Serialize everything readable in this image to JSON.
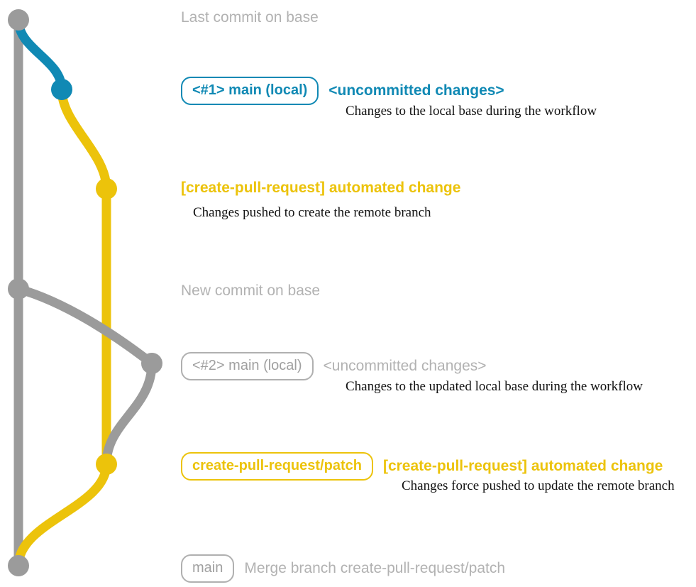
{
  "diagram": {
    "title_colors": {
      "base_gray": "#9b9b9b",
      "local_blue": "#1089b4",
      "remote_yellow": "#ecc30b",
      "description_black": "#111111"
    },
    "milestones": [
      {
        "id": "last-commit-on-base",
        "node_color": "#9b9b9b",
        "pill": null,
        "headline": "Last commit on base",
        "headline_color": "gray",
        "description": null
      },
      {
        "id": "local-change-1",
        "node_color": "#1089b4",
        "pill": "<#1> main (local)",
        "pill_style": "blue",
        "headline": "<uncommitted changes>",
        "headline_color": "blue",
        "description": "Changes to the local base during the workflow"
      },
      {
        "id": "automated-change-1",
        "node_color": "#ecc30b",
        "pill": null,
        "headline": "[create-pull-request] automated change",
        "headline_color": "yellow",
        "description": "Changes pushed to create the remote branch"
      },
      {
        "id": "new-commit-on-base",
        "node_color": "#9b9b9b",
        "pill": null,
        "headline": "New commit on base",
        "headline_color": "gray",
        "description": null
      },
      {
        "id": "local-change-2",
        "node_color": "#9b9b9b",
        "pill": "<#2> main (local)",
        "pill_style": "gray",
        "headline": "<uncommitted changes>",
        "headline_color": "gray",
        "description": "Changes to the updated local base during the workflow"
      },
      {
        "id": "automated-change-2",
        "node_color": "#ecc30b",
        "pill": "create-pull-request/patch",
        "pill_style": "yellow",
        "headline": "[create-pull-request] automated change",
        "headline_color": "yellow",
        "description": "Changes force pushed to update the remote branch"
      },
      {
        "id": "merge-commit",
        "node_color": "#9b9b9b",
        "pill": "main",
        "pill_style": "gray",
        "headline": "Merge branch create-pull-request/patch",
        "headline_color": "gray",
        "description": null
      }
    ]
  }
}
